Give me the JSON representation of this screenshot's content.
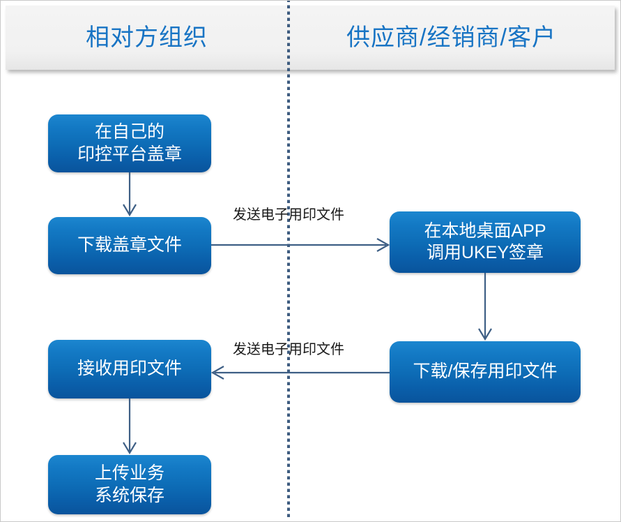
{
  "diagram": {
    "title_lanes": {
      "left": "相对方组织",
      "right": "供应商/经销商/客户"
    },
    "colors": {
      "lane_header_bg": "#f1f1f1",
      "lane_header_text": "#1874c4",
      "node_fill_top": "#1c86cf",
      "node_fill_bottom": "#09549c",
      "node_text": "#ffffff",
      "connector": "#3e5f85",
      "divider": "#3e5c80",
      "edge_label_text": "#1a1a1a",
      "page_border": "#c8c8c8"
    },
    "nodes": [
      {
        "id": "a",
        "lane": "left",
        "text": "在自己的\n印控平台盖章"
      },
      {
        "id": "b",
        "lane": "left",
        "text": "下载盖章文件"
      },
      {
        "id": "c",
        "lane": "right",
        "text": "在本地桌面APP\n调用UKEY签章"
      },
      {
        "id": "d",
        "lane": "right",
        "text": "下载/保存用印文件"
      },
      {
        "id": "e",
        "lane": "left",
        "text": "接收用印文件"
      },
      {
        "id": "f",
        "lane": "left",
        "text": "上传业务\n系统保存"
      }
    ],
    "edges": [
      {
        "id": "a-b",
        "from": "a",
        "to": "b",
        "direction": "down",
        "label": ""
      },
      {
        "id": "b-c",
        "from": "b",
        "to": "c",
        "direction": "right",
        "label": "发送电子用印文件"
      },
      {
        "id": "c-d",
        "from": "c",
        "to": "d",
        "direction": "down",
        "label": ""
      },
      {
        "id": "d-e",
        "from": "d",
        "to": "e",
        "direction": "left",
        "label": "发送电子用印文件"
      },
      {
        "id": "e-f",
        "from": "e",
        "to": "f",
        "direction": "down",
        "label": ""
      }
    ]
  }
}
